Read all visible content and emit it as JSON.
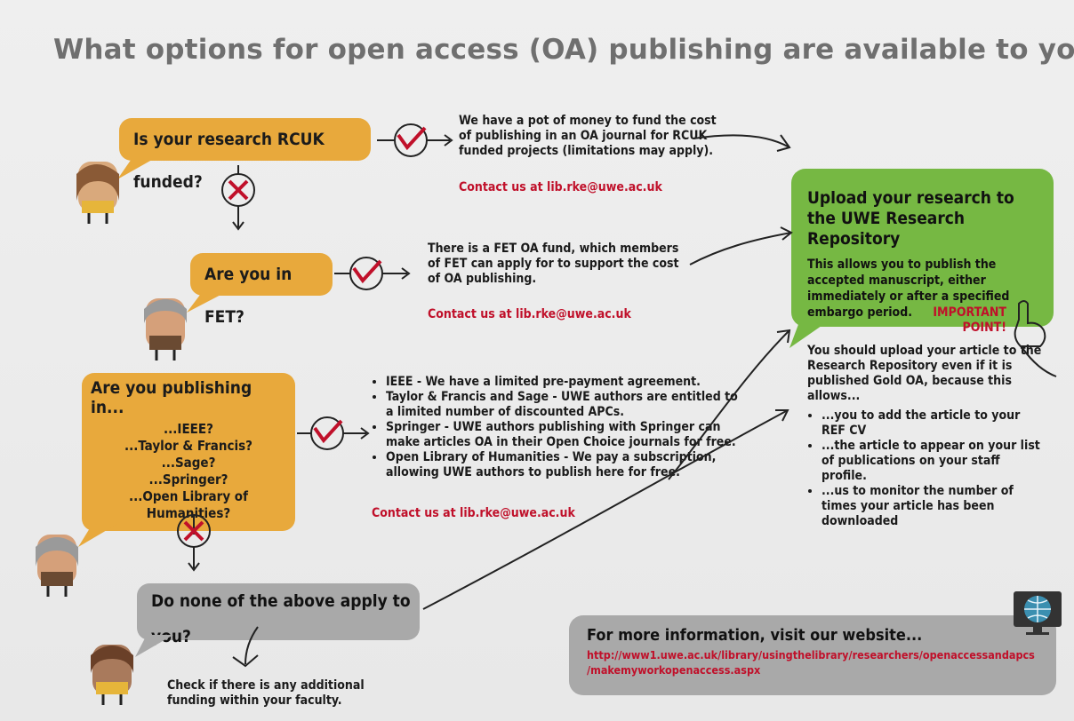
{
  "title": "What options for open access (OA) publishing are available to you?",
  "q1": {
    "label": "Is your research RCUK funded?"
  },
  "q1_answer": {
    "text": "We have a pot of money to fund the cost of publishing in an OA journal for RCUK funded projects (limitations may apply).",
    "contact": "Contact us at  lib.rke@uwe.ac.uk"
  },
  "q2": {
    "label": "Are you in FET?"
  },
  "q2_answer": {
    "text": "There is a FET OA fund, which members of FET can apply for to support the cost of OA publishing.",
    "contact": "Contact us at  lib.rke@uwe.ac.uk"
  },
  "q3": {
    "heading": "Are you publishing in...",
    "items": [
      "...IEEE?",
      "...Taylor & Francis?",
      "...Sage?",
      "...Springer?",
      "...Open Library of Humanities?"
    ]
  },
  "q3_answer": {
    "items": [
      "IEEE - We have a limited pre-payment agreement.",
      "Taylor & Francis and Sage - UWE authors are entitled to a limited number of discounted APCs.",
      "Springer - UWE authors publishing with Springer can make articles OA in their Open Choice journals for free.",
      "Open Library of Humanities - We pay a subscription, allowing UWE authors to publish here for free."
    ],
    "contact": "Contact us at lib.rke@uwe.ac.uk"
  },
  "q4": {
    "label": "Do none of the above apply to you?"
  },
  "q4_answer": {
    "text": "Check if there is any additional funding within your faculty."
  },
  "repository": {
    "heading": "Upload your research to the UWE Research Repository",
    "body": "This allows you to publish the accepted manuscript, either immediately or after a specified embargo period."
  },
  "important": {
    "label": "IMPORTANT POINT!"
  },
  "important_text": "You should upload your article to the Research Repository even if it is published Gold OA, because this allows...",
  "benefits": [
    "...you to add the article to your REF CV",
    "...the article to appear on your list of publications on your staff profile.",
    "...us to monitor the number of times your article has been downloaded"
  ],
  "info": {
    "heading": "For more information, visit our website...",
    "link_line1": "http://www1.uwe.ac.uk/library/usingthelibrary/researchers/openaccessandapcs",
    "link_line2": "/makemyworkopenaccess.aspx"
  },
  "colors": {
    "orange": "#e8a93c",
    "green": "#76b843",
    "grey": "#a9a9a9",
    "red": "#c0102a",
    "title": "#6f6f6f"
  },
  "icons": [
    "person-avatar",
    "check-icon",
    "cross-icon",
    "pointing-hand-icon",
    "globe-monitor-icon"
  ]
}
